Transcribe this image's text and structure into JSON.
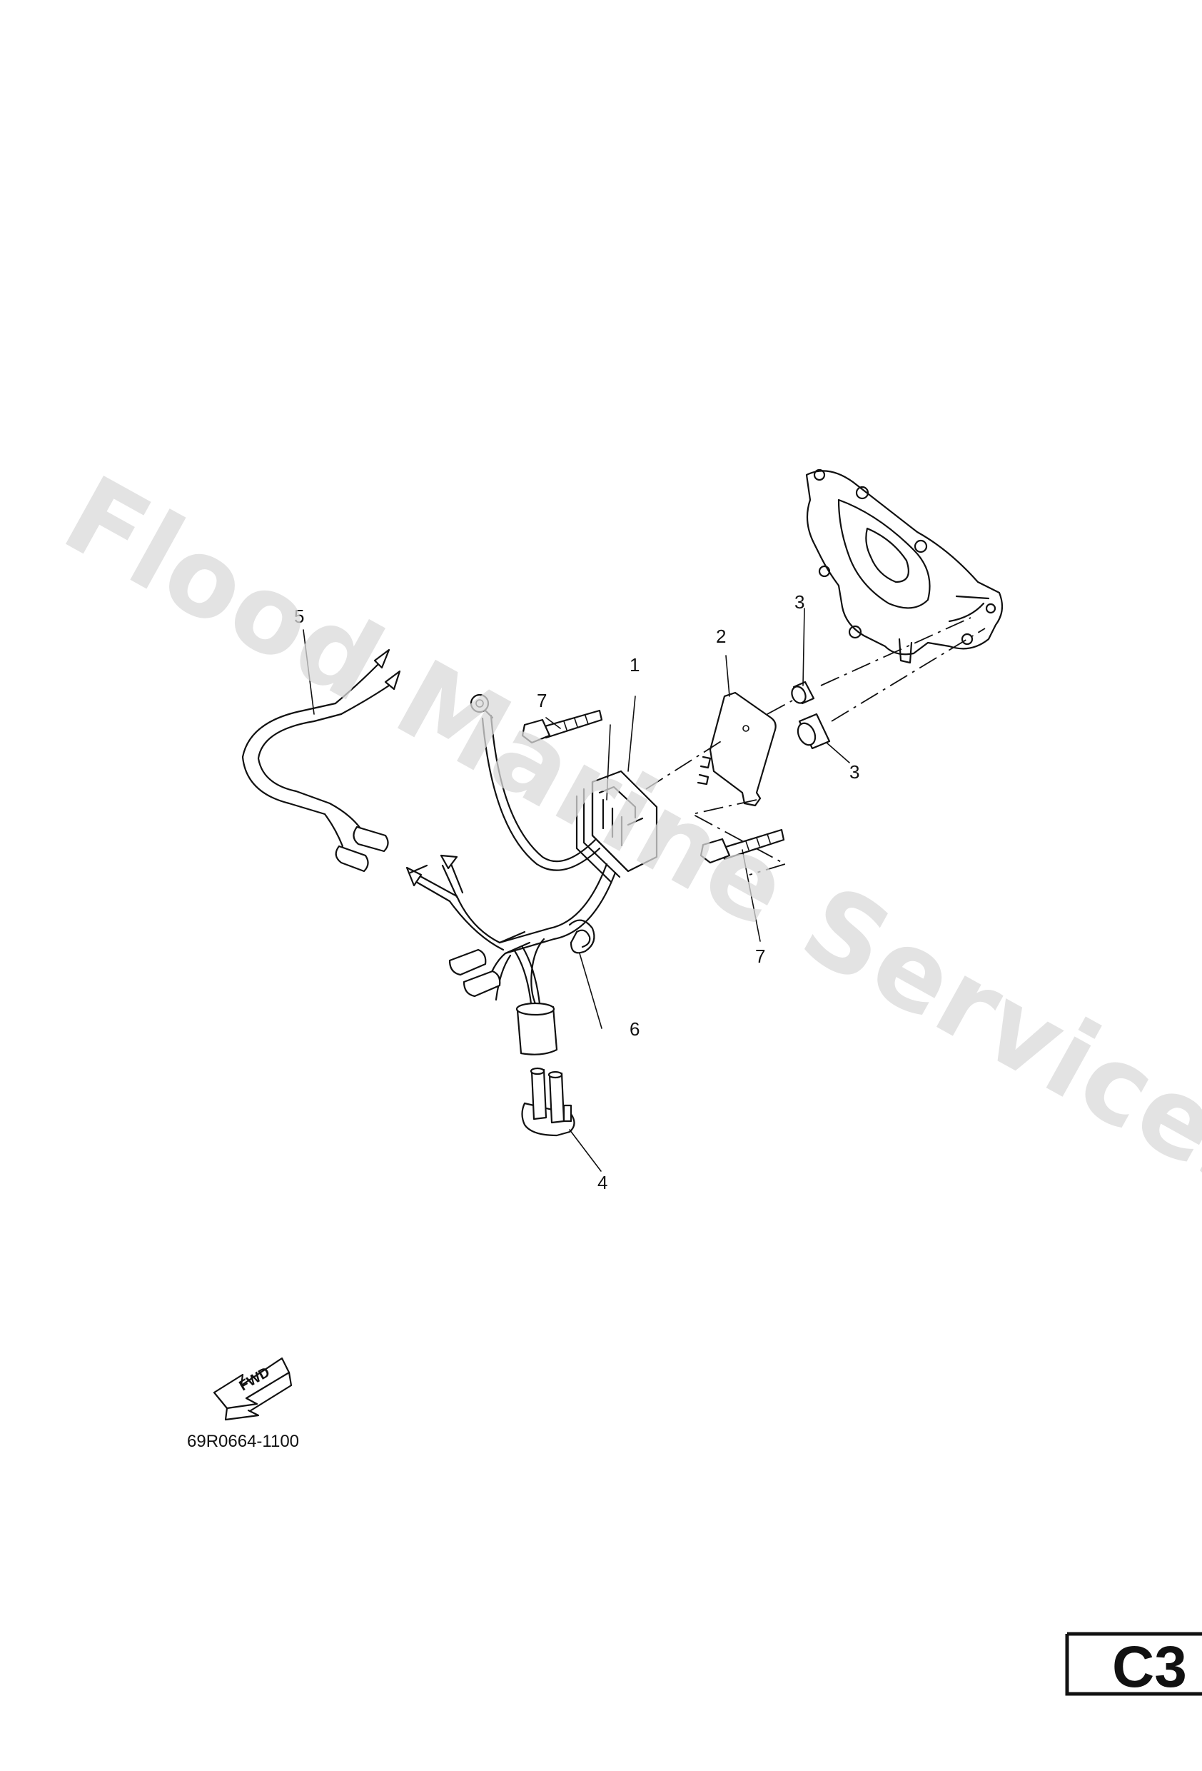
{
  "watermark": {
    "text": "Flood Marine Services"
  },
  "parts": [
    {
      "id": "part-1",
      "label": "1"
    },
    {
      "id": "part-2",
      "label": "2"
    },
    {
      "id": "part-3-upper",
      "label": "3"
    },
    {
      "id": "part-3-lower",
      "label": "3"
    },
    {
      "id": "part-4",
      "label": "4"
    },
    {
      "id": "part-5",
      "label": "5"
    },
    {
      "id": "part-6",
      "label": "6"
    },
    {
      "id": "part-7-upper",
      "label": "7"
    },
    {
      "id": "part-7-lower",
      "label": "7"
    }
  ],
  "fwd_arrow": {
    "label": "FWD"
  },
  "drawing_number": "69R0664-1100",
  "page_code": "C3"
}
